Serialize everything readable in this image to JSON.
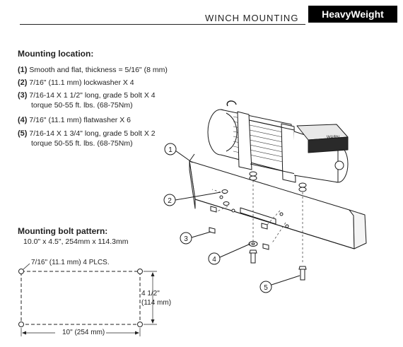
{
  "header": {
    "title": "WINCH MOUNTING",
    "brand": "HeavyWeight"
  },
  "mounting_location": {
    "heading": "Mounting location:",
    "items": [
      {
        "num": "(1)",
        "lines": [
          "Smooth and flat, thickness = 5/16\" (8 mm)"
        ]
      },
      {
        "num": "(2)",
        "lines": [
          "7/16\" (11.1 mm) lockwasher X 4"
        ]
      },
      {
        "num": "(3)",
        "lines": [
          "7/16-14 X 1 1/2\" long, grade 5 bolt X 4",
          "torque 50-55 ft. lbs. (68-75Nm)"
        ]
      },
      {
        "num": "(4)",
        "lines": [
          "7/16\" (11.1 mm) flatwasher X 6"
        ]
      },
      {
        "num": "(5)",
        "lines": [
          "7/16-14 X 1 3/4\" long, grade 5 bolt X 2",
          "torque 50-55 ft. lbs. (68-75Nm)"
        ]
      }
    ]
  },
  "bolt_pattern": {
    "heading": "Mounting bolt pattern:",
    "size": "10.0\" x 4.5\", 254mm x 114.3mm",
    "hole_label": "7/16\" (11.1 mm) 4 PLCS.",
    "height_label_1": "4 1/2\"",
    "height_label_2": "(114 mm)",
    "width_label": "10\" (254 mm)"
  },
  "callouts": [
    "1",
    "2",
    "3",
    "4",
    "5"
  ],
  "winch_label": "WARN"
}
